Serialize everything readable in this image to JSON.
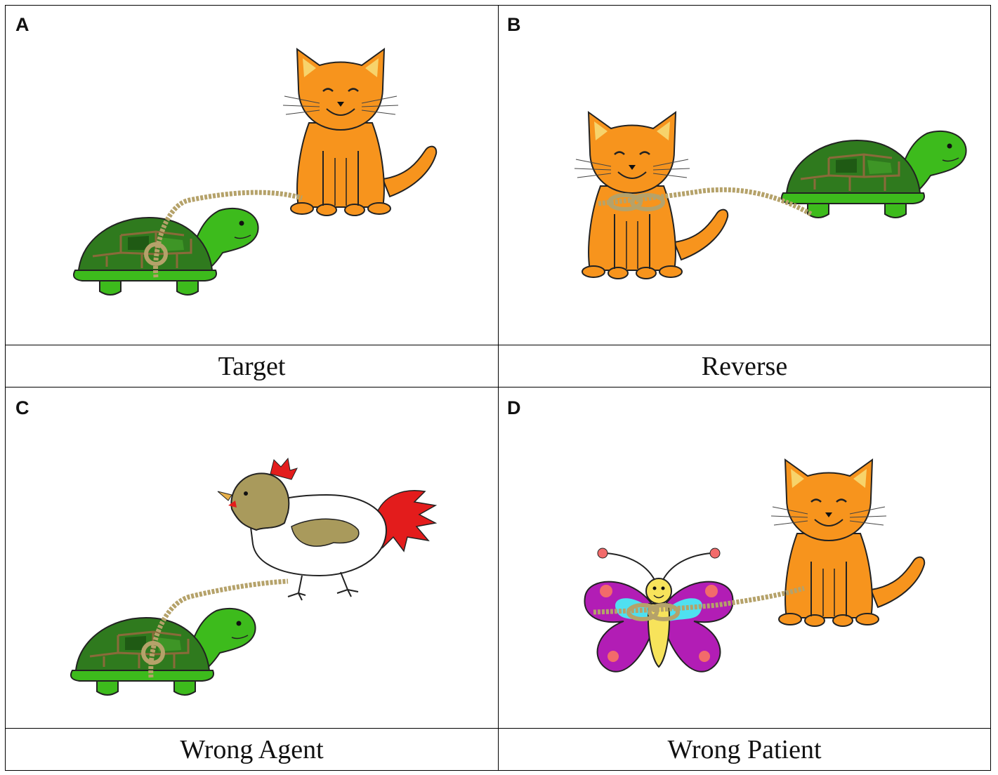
{
  "panels": [
    {
      "letter": "A",
      "caption": "Target"
    },
    {
      "letter": "B",
      "caption": "Reverse"
    },
    {
      "letter": "C",
      "caption": "Wrong Agent"
    },
    {
      "letter": "D",
      "caption": "Wrong Patient"
    }
  ],
  "colors": {
    "cat": "#f7941d",
    "turtle_body": "#3dbb1c",
    "shell": "#2f7a1e",
    "rope": "#b5a26a",
    "rooster_head": "#a99a5c",
    "comb": "#e31c1c",
    "butterfly_wing": "#b21db5",
    "butterfly_inner": "#4fe0f0",
    "butterfly_body": "#f7e35b"
  },
  "icons": [
    "cat-illustration",
    "turtle-illustration",
    "rooster-illustration",
    "butterfly-illustration",
    "rope-illustration"
  ]
}
